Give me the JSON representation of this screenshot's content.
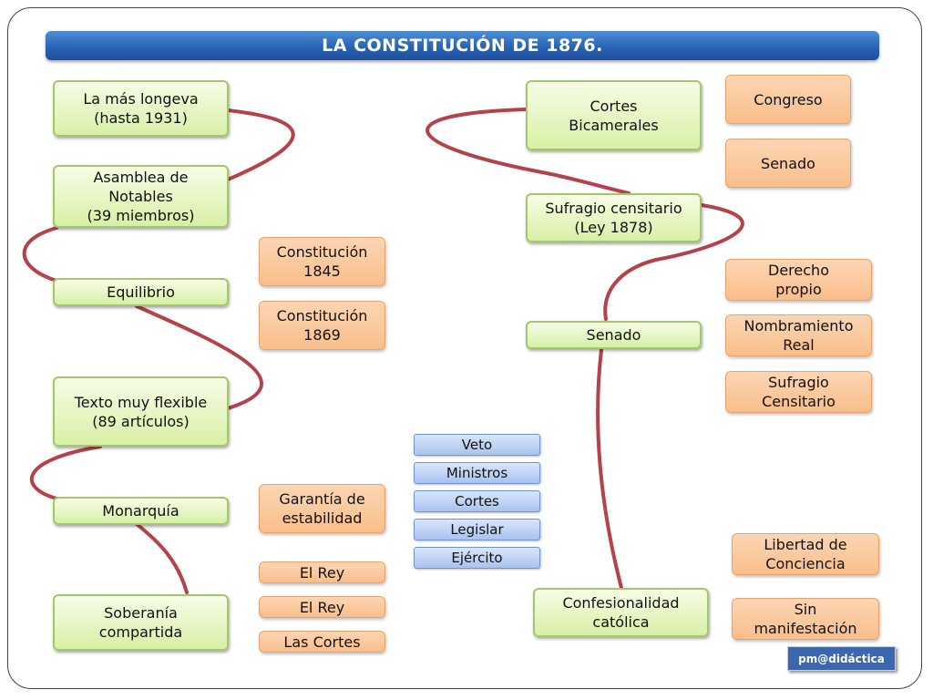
{
  "title": "LA CONSTITUCIÓN DE 1876.",
  "left_nodes": {
    "longeva": "La más longeva\n(hasta 1931)",
    "asamblea": "Asamblea de\nNotables\n(39 miembros)",
    "equilibrio": "Equilibrio",
    "flexible": "Texto muy flexible\n(89 artículos)",
    "monarquia": "Monarquía",
    "soberania": "Soberanía\ncompartida"
  },
  "middle_nodes": {
    "const1845": "Constitución\n1845",
    "const1869": "Constitución\n1869",
    "garantia": "Garantía de\nestabilidad",
    "rey1": "El Rey",
    "rey2": "El Rey",
    "cortes": "Las Cortes"
  },
  "powers": [
    "Veto",
    "Ministros",
    "Cortes",
    "Legislar",
    "Ejército"
  ],
  "right_nodes": {
    "bicamerales": "Cortes\nBicamerales",
    "sufragio": "Sufragio censitario\n(Ley 1878)",
    "senado": "Senado",
    "confesionalidad": "Confesionalidad\ncatólica"
  },
  "right_side_nodes": {
    "congreso": "Congreso",
    "senado": "Senado",
    "derecho": "Derecho\npropio",
    "nombramiento": "Nombramiento\nReal",
    "sufragio_cens": "Sufragio\nCensitario",
    "libertad": "Libertad de\nConciencia",
    "sin_manifestacion": "Sin\nmanifestación"
  },
  "badge": "pm@didáctica",
  "colors": {
    "connector": "#b5414a",
    "title_bar": "#2a63b5",
    "green_box": "#d7f0a6",
    "orange_box": "#f9be8a",
    "blue_box": "#a8c3ee"
  }
}
